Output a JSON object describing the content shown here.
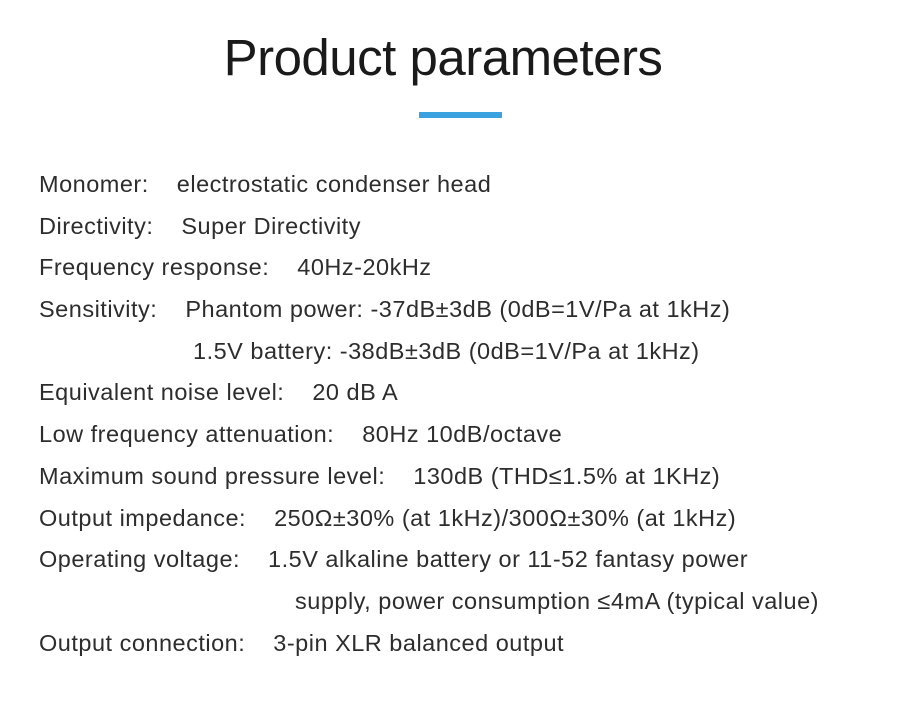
{
  "page": {
    "title": "Product parameters",
    "accent_color": "#3aa3df"
  },
  "specs": [
    {
      "label": "Monomer:",
      "value": "electrostatic condenser head"
    },
    {
      "label": "Directivity:",
      "value": "Super Directivity"
    },
    {
      "label": "Frequency response:",
      "value": "40Hz-20kHz"
    },
    {
      "label": "Sensitivity:",
      "value": "Phantom power: -37dB±3dB (0dB=1V/Pa at 1kHz)"
    },
    {
      "continuation": "1.5V battery: -38dB±3dB (0dB=1V/Pa at 1kHz)"
    },
    {
      "label": "Equivalent noise level:",
      "value": "20 dB A"
    },
    {
      "label": "Low frequency attenuation:",
      "value": "80Hz 10dB/octave"
    },
    {
      "label": "Maximum sound pressure level:",
      "value": "130dB (THD≤1.5% at 1KHz)"
    },
    {
      "label": "Output impedance:",
      "value": "250Ω±30% (at 1kHz)/300Ω±30% (at 1kHz)"
    },
    {
      "label": "Operating voltage:",
      "value": "1.5V alkaline battery or 11-52 fantasy power"
    },
    {
      "continuation": "supply, power consumption ≤4mA (typical value)"
    },
    {
      "label": "Output connection:",
      "value": "3-pin XLR balanced output"
    }
  ]
}
